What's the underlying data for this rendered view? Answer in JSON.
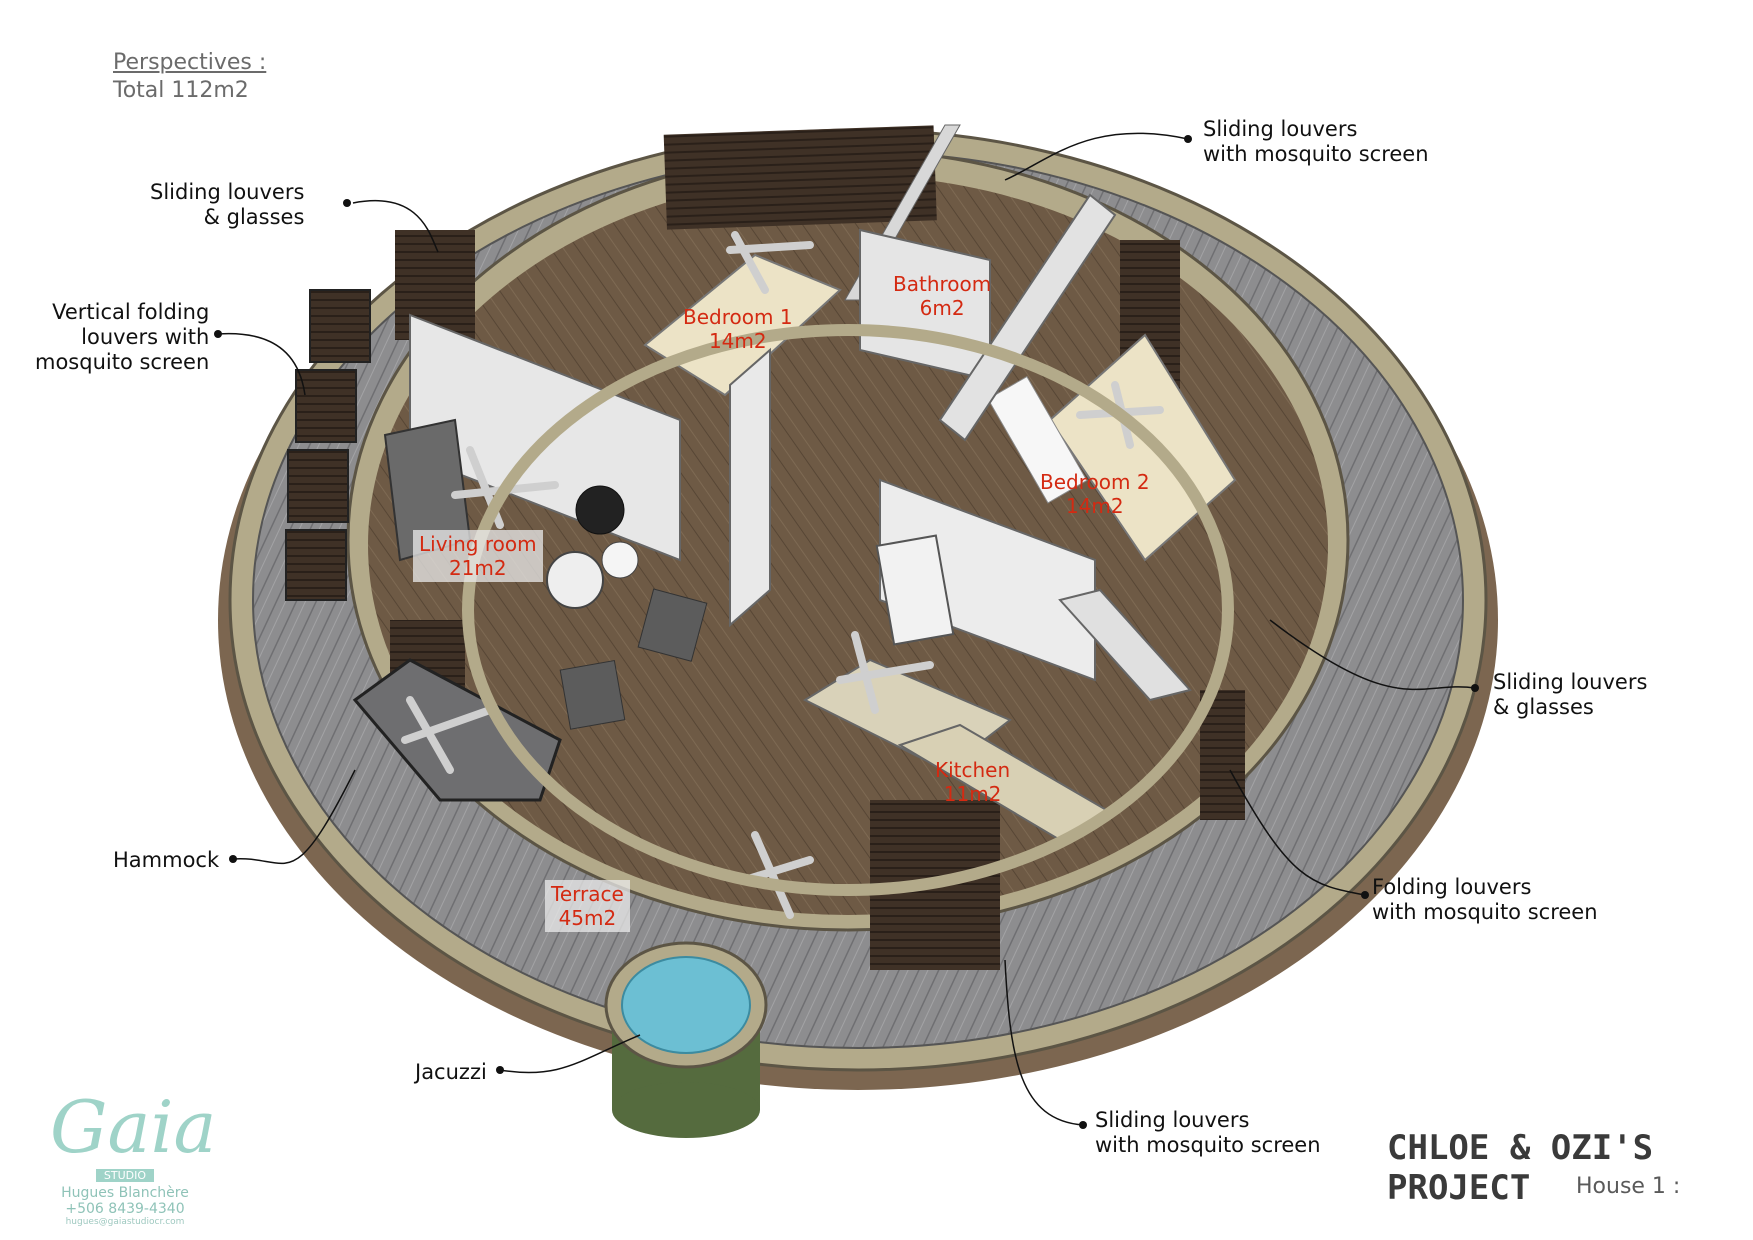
{
  "header": {
    "perspectives": "Perspectives :",
    "total": "Total 112m2"
  },
  "annotations": {
    "sliding_glasses_left": "Sliding louvers\n& glasses",
    "vertical_folding": "Vertical folding\nlouvers with\nmosquito screen",
    "sliding_mosquito_top": "Sliding louvers\nwith mosquito screen",
    "sliding_glasses_right": "Sliding louvers\n& glasses",
    "folding_mosquito": "Folding louvers\nwith mosquito screen",
    "hammock": "Hammock",
    "jacuzzi": "Jacuzzi",
    "sliding_mosquito_bottom": "Sliding louvers\nwith mosquito screen"
  },
  "rooms": {
    "bedroom1": "Bedroom 1\n14m2",
    "bathroom": "Bathroom\n6m2",
    "bedroom2": "Bedroom 2\n14m2",
    "living": "Living room\n21m2",
    "kitchen": "Kitchen\n11m2",
    "terrace": "Terrace\n45m2"
  },
  "footer": {
    "project": "CHLOE & OZI'S PROJECT",
    "house": "House 1 :"
  },
  "logo": {
    "word": "Gaia",
    "studio": "STUDIO",
    "name": "Hugues Blanchère",
    "phone": "+506 8439-4340",
    "email": "hugues@gaiastudiocr.com"
  },
  "colors": {
    "label_red": "#d42a12",
    "wood_floor": "#6e5a45",
    "wall_trim": "#b3aa8a",
    "accent_logo": "#9fd3c8"
  }
}
